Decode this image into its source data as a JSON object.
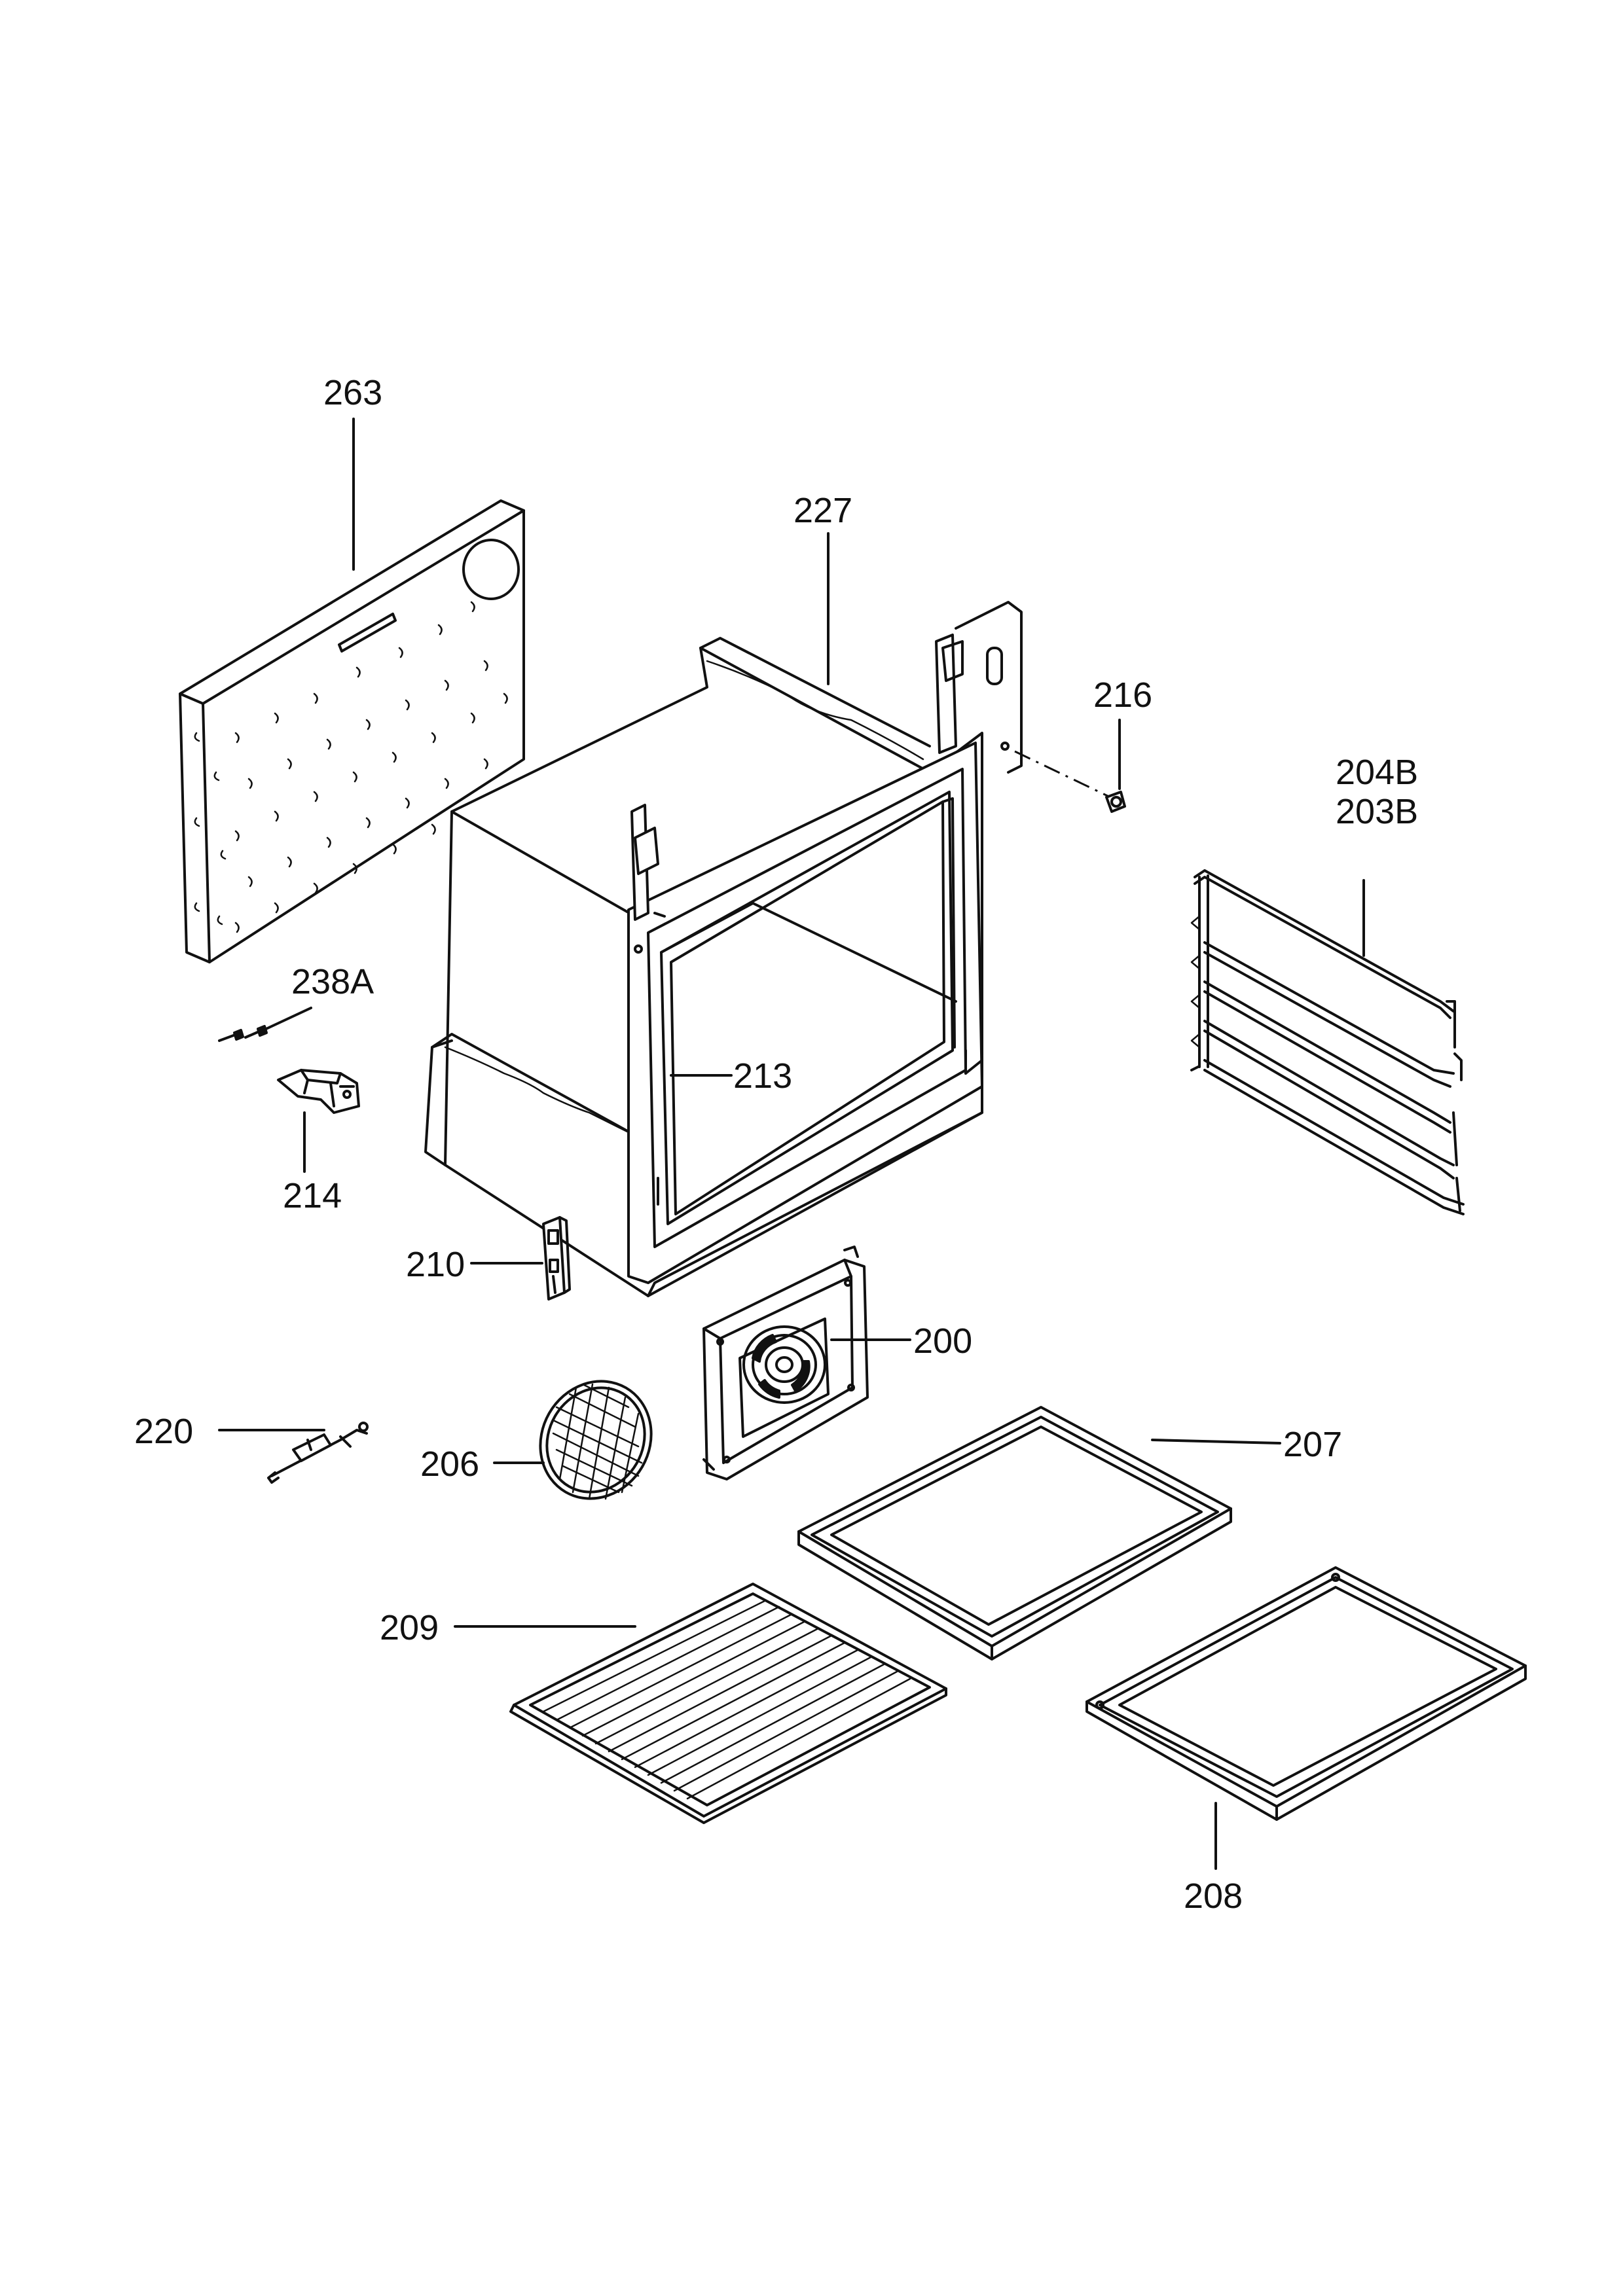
{
  "labels": {
    "p263": "263",
    "p227": "227",
    "p216": "216",
    "p204b": "204B",
    "p203b": "203B",
    "p238a": "238A",
    "p213": "213",
    "p214": "214",
    "p210": "210",
    "p200": "200",
    "p220": "220",
    "p206": "206",
    "p207": "207",
    "p209": "209",
    "p208": "208"
  }
}
